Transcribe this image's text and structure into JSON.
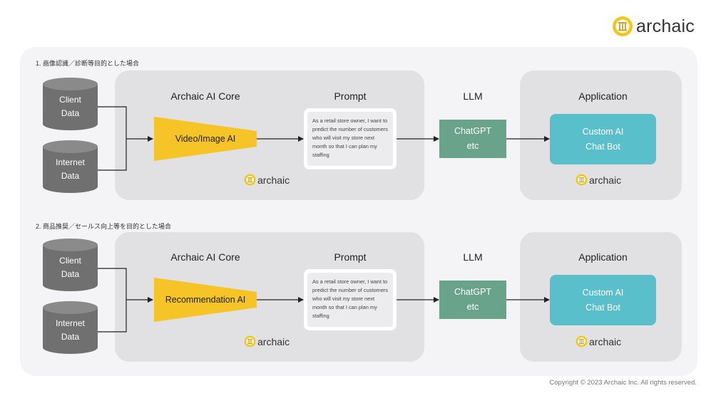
{
  "brand": {
    "name": "archaic",
    "accent": "#f5c518"
  },
  "sections": [
    {
      "title": "1. 画像認識／診断等目的とした場合",
      "sources": [
        {
          "line1": "Client",
          "line2": "Data"
        },
        {
          "line1": "Internet",
          "line2": "Data"
        }
      ],
      "core": {
        "heading": "Archaic AI Core",
        "engine": "Video/Image AI"
      },
      "prompt": {
        "heading": "Prompt",
        "text": "As a retail store owner, I want to predict the number of customers who will visit my store next month so that I can plan my staffing"
      },
      "llm": {
        "heading": "LLM",
        "line1": "ChatGPT",
        "line2": "etc"
      },
      "app": {
        "heading": "Application",
        "line1": "Custom AI",
        "line2": "Chat Bot"
      }
    },
    {
      "title": "2. 商品推奨／セールス向上等を目的とした場合",
      "sources": [
        {
          "line1": "Client",
          "line2": "Data"
        },
        {
          "line1": "Internet",
          "line2": "Data"
        }
      ],
      "core": {
        "heading": "Archaic AI Core",
        "engine": "Recommendation AI"
      },
      "prompt": {
        "heading": "Prompt",
        "text": "As a retail store owner, I want to predict the number of customers who will visit my store next month so that I can plan my staffing"
      },
      "llm": {
        "heading": "LLM",
        "line1": "ChatGPT",
        "line2": "etc"
      },
      "app": {
        "heading": "Application",
        "line1": "Custom AI",
        "line2": "Chat Bot"
      }
    }
  ],
  "copyright": "Copyright © 2023 Archaic Inc. All rights reserved.",
  "colors": {
    "database": "#707070",
    "engine": "#f6c426",
    "llm": "#6aa38c",
    "app": "#59bfcb",
    "panel": "#e1e1e4"
  }
}
